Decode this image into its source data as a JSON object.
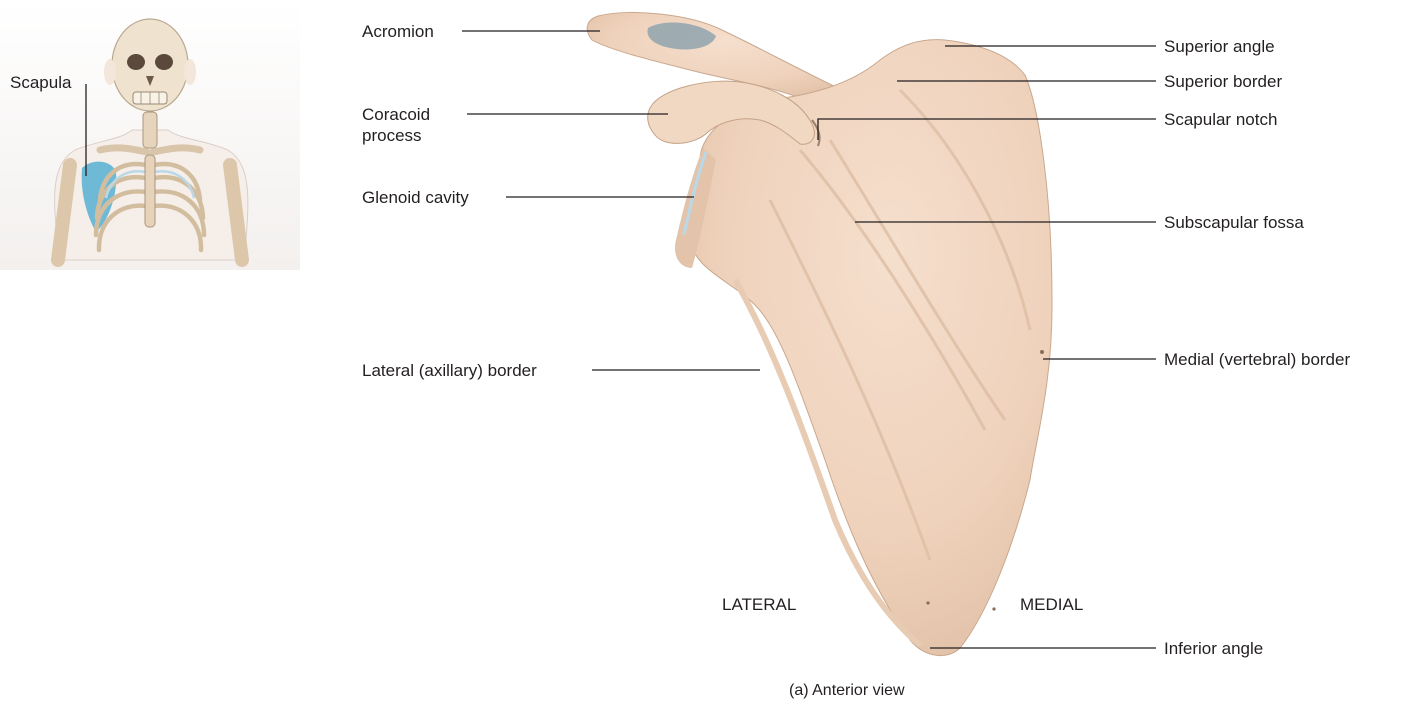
{
  "inset": {
    "label": "Scapula"
  },
  "labels": {
    "acromion": "Acromion",
    "coracoid": "Coracoid\nprocess",
    "glenoid": "Glenoid cavity",
    "lateral_border": "Lateral (axillary) border",
    "superior_angle": "Superior angle",
    "superior_border": "Superior border",
    "scapular_notch": "Scapular notch",
    "subscapular_fossa": "Subscapular fossa",
    "medial_border": "Medial (vertebral) border",
    "inferior_angle": "Inferior angle"
  },
  "orientation": {
    "lateral": "LATERAL",
    "medial": "MEDIAL"
  },
  "caption": "(a) Anterior view",
  "colors": {
    "bone": "#f0d5c0",
    "bone_shade": "#dfbfa6",
    "cartilage": "#8fa3ad",
    "highlight_blue": "#5fb4d4",
    "rib_blue": "#b9d8e8",
    "text": "#231f20"
  }
}
